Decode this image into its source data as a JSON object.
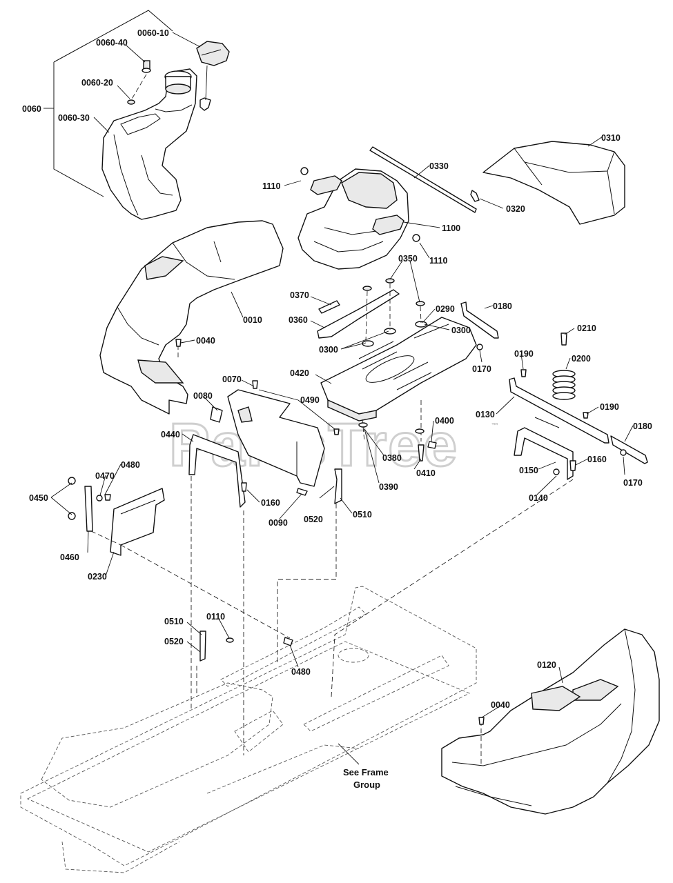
{
  "watermark": "PartsTree",
  "trademark": "™",
  "note": {
    "line1": "See Frame",
    "line2": "Group"
  },
  "callouts": [
    "0060-10",
    "0060-40",
    "0060-20",
    "0060",
    "0060-30",
    "0310",
    "0330",
    "1110",
    "0320",
    "1100",
    "1110",
    "0350",
    "0370",
    "0290",
    "0180",
    "0360",
    "0300",
    "0300",
    "0010",
    "0040",
    "0210",
    "0170",
    "0190",
    "0200",
    "0420",
    "0070",
    "0490",
    "0080",
    "0130",
    "0190",
    "0180",
    "0400",
    "0440",
    "0380",
    "0410",
    "0160",
    "0150",
    "0480",
    "0470",
    "0390",
    "0170",
    "0450",
    "0160",
    "0140",
    "0090",
    "0520",
    "0510",
    "0460",
    "0230",
    "0510",
    "0110",
    "0520",
    "0480",
    "0120",
    "0040"
  ]
}
